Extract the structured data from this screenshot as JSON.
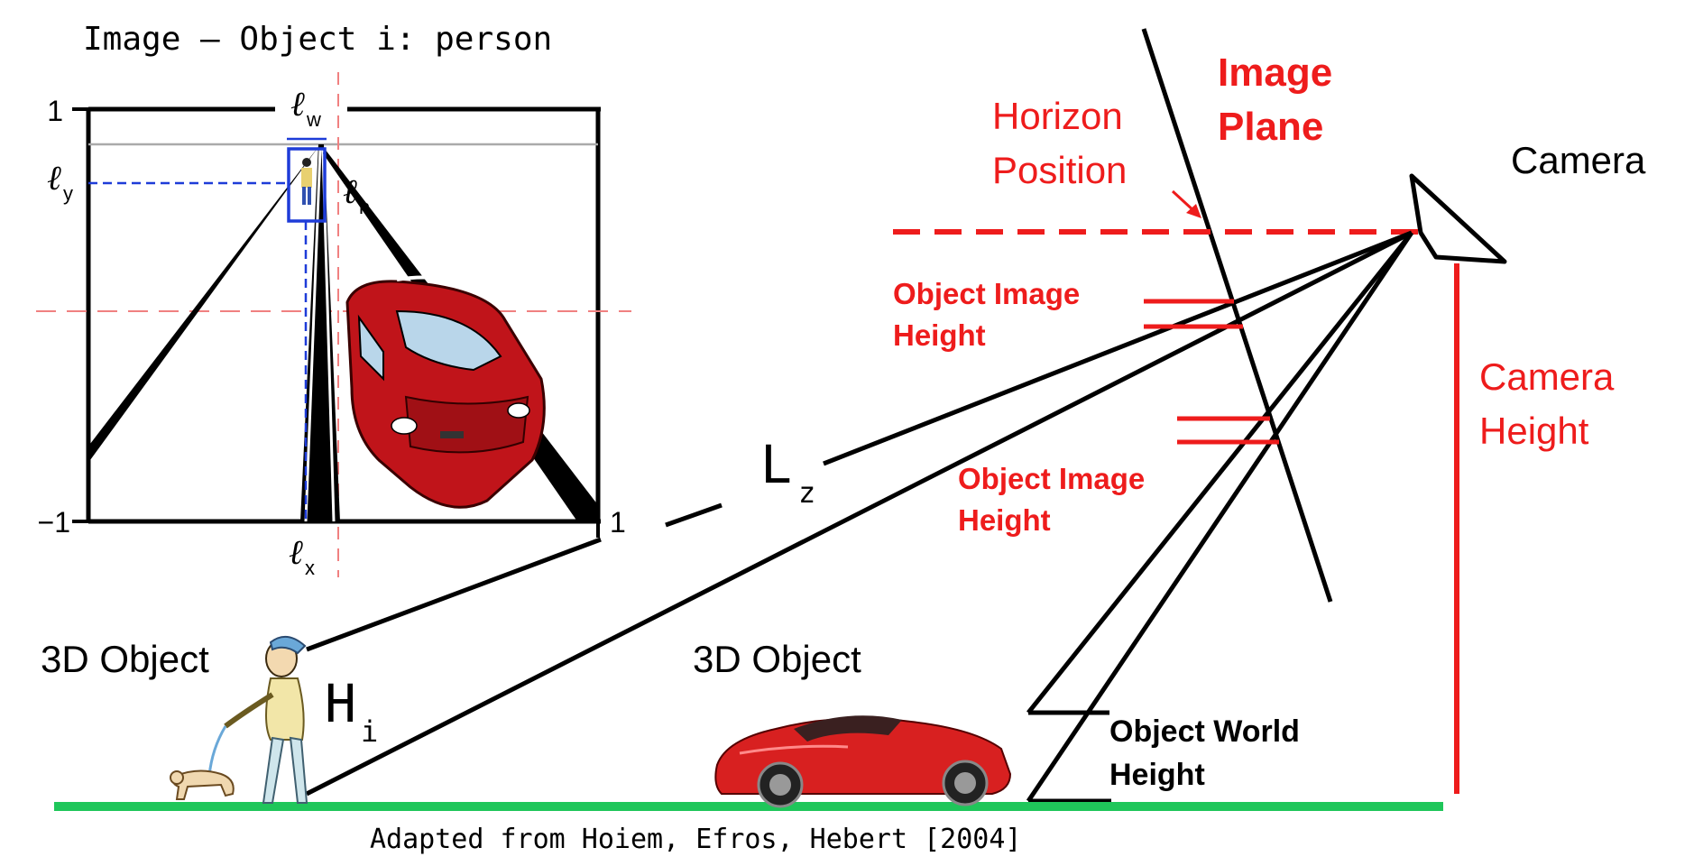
{
  "title": "Image – Object i: person",
  "caption": "Adapted from Hoiem, Efros, Hebert [2004]",
  "axis": {
    "y_top": "1",
    "y_bottom": "−1",
    "x_right": "1"
  },
  "symbols": {
    "lw": "ℓ",
    "lw_sub": "w",
    "ly": "ℓ",
    "ly_sub": "y",
    "lh": "ℓ",
    "lh_sub": "h",
    "lx": "ℓ",
    "lx_sub": "x",
    "Lz": "L",
    "Lz_sub": "z",
    "Hi": "H",
    "Hi_sub": "i"
  },
  "labels": {
    "image_plane_line1": "Image",
    "image_plane_line2": "Plane",
    "horizon_line1": "Horizon",
    "horizon_line2": "Position",
    "camera": "Camera",
    "camera_height_line1": "Camera",
    "camera_height_line2": "Height",
    "obj_img_h1_line1": "Object Image",
    "obj_img_h1_line2": "Height",
    "obj_img_h2_line1": "Object Image",
    "obj_img_h2_line2": "Height",
    "obj_world_line1": "Object World",
    "obj_world_line2": "Height",
    "object_3d_left": "3D Object",
    "object_3d_right": "3D Object"
  },
  "colors": {
    "red": "#ee1c1c",
    "light_red": "#f08080",
    "blue": "#1e3cd8",
    "ground": "#1fc65a",
    "car_red": "#c0141a",
    "glass": "#b9d6ea"
  }
}
